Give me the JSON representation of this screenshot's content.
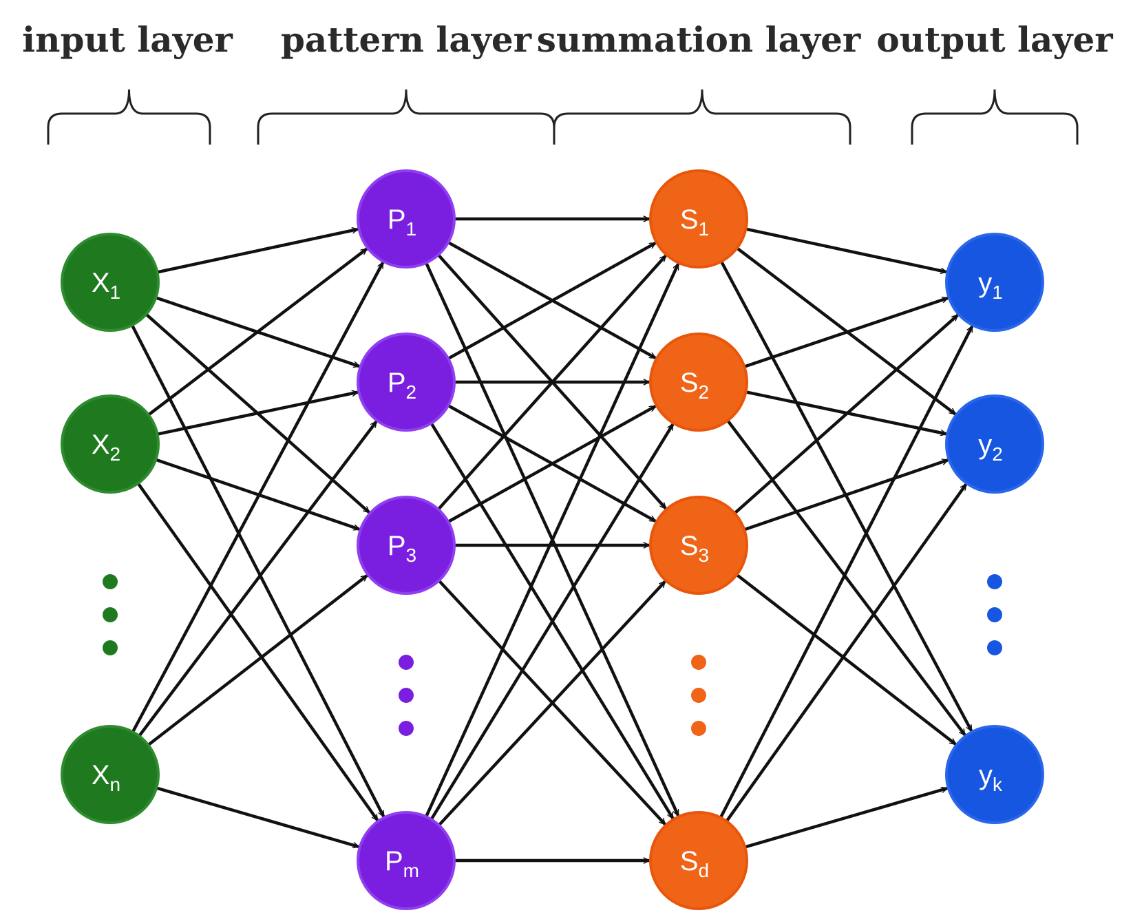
{
  "layers": [
    {
      "id": "input",
      "title": "input layer",
      "color": "#1f7a1f",
      "stroke": "#2e8b2e",
      "nodes": [
        {
          "base": "X",
          "sub": "1"
        },
        {
          "base": "X",
          "sub": "2"
        },
        {
          "base": "X",
          "sub": "n"
        }
      ]
    },
    {
      "id": "pattern",
      "title": "pattern layer",
      "color": "#7a1fe0",
      "stroke": "#8f3ff0",
      "nodes": [
        {
          "base": "P",
          "sub": "1"
        },
        {
          "base": "P",
          "sub": "2"
        },
        {
          "base": "P",
          "sub": "3"
        },
        {
          "base": "P",
          "sub": "m"
        }
      ]
    },
    {
      "id": "summation",
      "title": "summation layer",
      "color": "#f06418",
      "stroke": "#e8560c",
      "nodes": [
        {
          "base": "S",
          "sub": "1"
        },
        {
          "base": "S",
          "sub": "2"
        },
        {
          "base": "S",
          "sub": "3"
        },
        {
          "base": "S",
          "sub": "d"
        }
      ]
    },
    {
      "id": "output",
      "title": "output layer",
      "color": "#1756e0",
      "stroke": "#2a66ea",
      "nodes": [
        {
          "base": "y",
          "sub": "1"
        },
        {
          "base": "y",
          "sub": "2"
        },
        {
          "base": "y",
          "sub": "k"
        }
      ]
    }
  ],
  "edge_color": "#111111",
  "connectivity": "fully-connected"
}
